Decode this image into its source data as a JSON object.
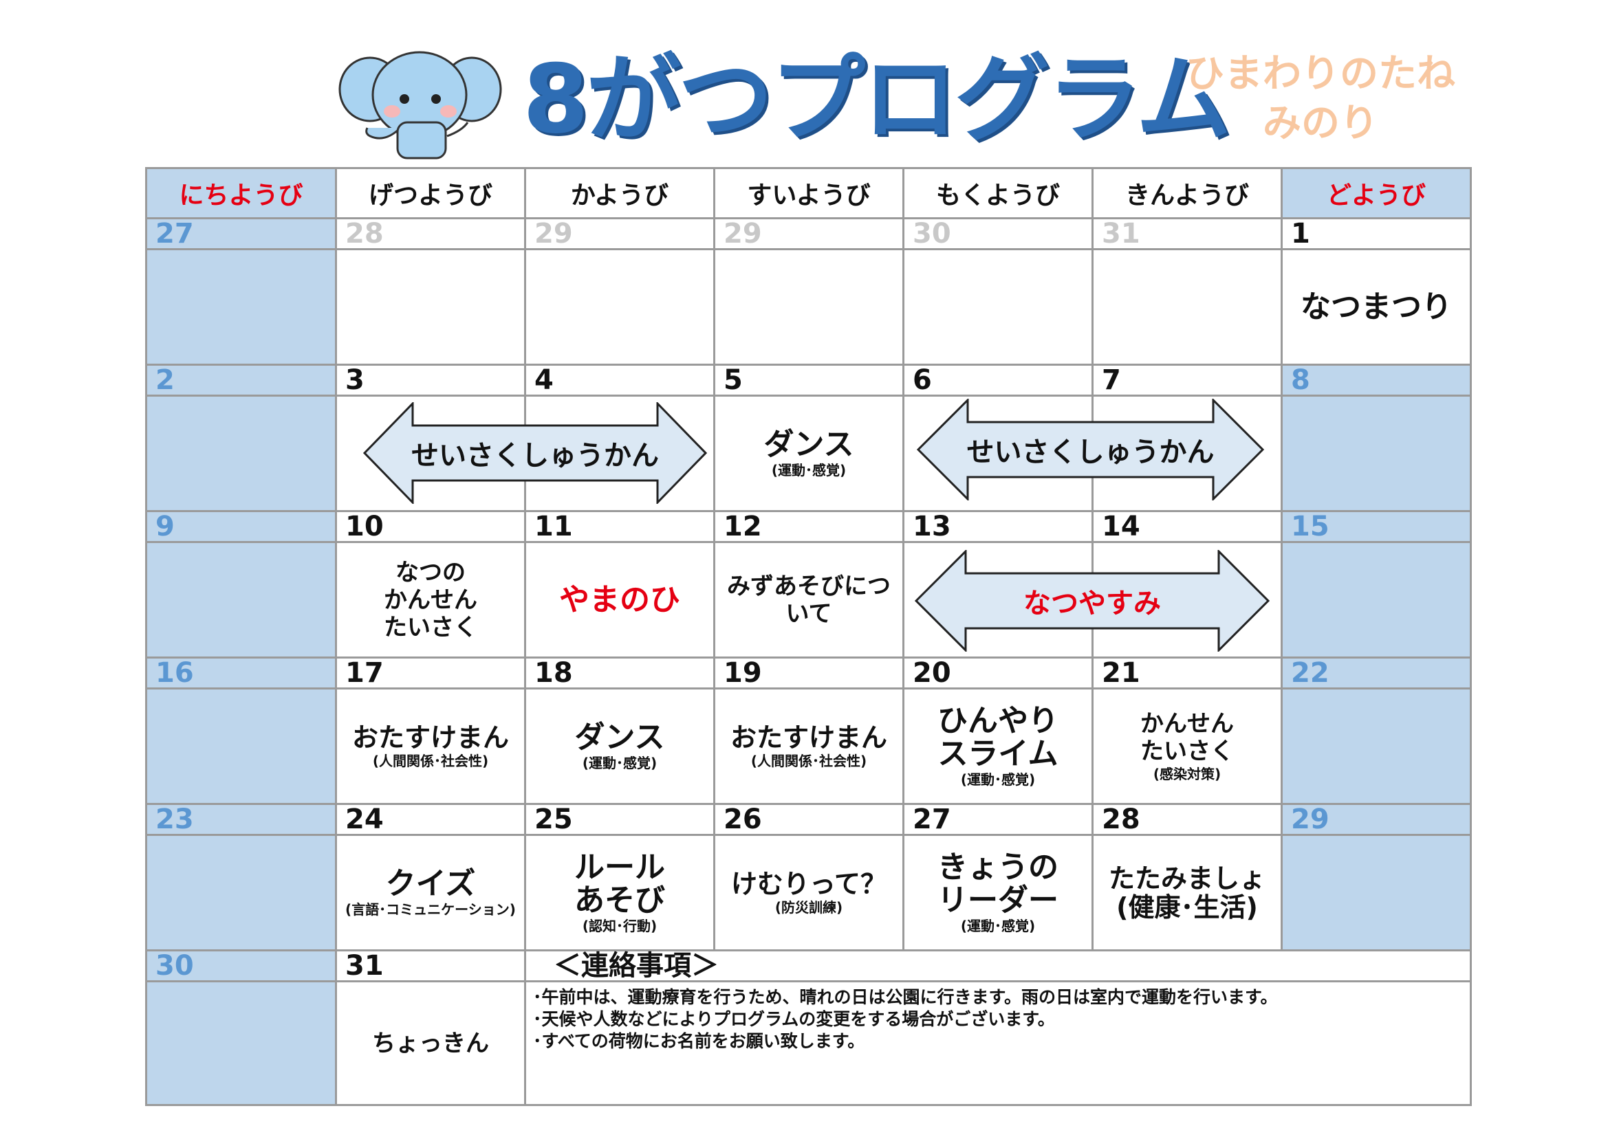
{
  "header": {
    "title": "8がつプログラム",
    "org_line1": "ひまわりのたね",
    "org_line2": "みのり"
  },
  "weekdays": [
    "にちようび",
    "げつようび",
    "かようび",
    "すいようび",
    "もくようび",
    "きんようび",
    "どようび"
  ],
  "weeks": [
    {
      "days": [
        "27",
        "28",
        "29",
        "29",
        "30",
        "31",
        "1"
      ],
      "events": {
        "sat": "なつまつり"
      }
    },
    {
      "days": [
        "2",
        "3",
        "4",
        "5",
        "6",
        "7",
        "8"
      ],
      "events": {
        "arrow_mon_tue": "せいさくしゅうかん",
        "wed": "ダンス",
        "wed_sub": "(運動･感覚)",
        "arrow_thu_fri": "せいさくしゅうかん"
      }
    },
    {
      "days": [
        "9",
        "10",
        "11",
        "12",
        "13",
        "14",
        "15"
      ],
      "events": {
        "mon_l1": "なつの",
        "mon_l2": "かんせん",
        "mon_l3": "たいさく",
        "tue": "やまのひ",
        "wed_l1": "みずあそびにつ",
        "wed_l2": "いて",
        "arrow_thu_fri": "なつやすみ"
      }
    },
    {
      "days": [
        "16",
        "17",
        "18",
        "19",
        "20",
        "21",
        "22"
      ],
      "events": {
        "mon": "おたすけまん",
        "mon_sub": "(人間関係･社会性)",
        "tue": "ダンス",
        "tue_sub": "(運動･感覚)",
        "wed": "おたすけまん",
        "wed_sub": "(人間関係･社会性)",
        "thu_l1": "ひんやり",
        "thu_l2": "スライム",
        "thu_sub": "(運動･感覚)",
        "fri_l1": "かんせん",
        "fri_l2": "たいさく",
        "fri_sub": "(感染対策)"
      }
    },
    {
      "days": [
        "23",
        "24",
        "25",
        "26",
        "27",
        "28",
        "29"
      ],
      "events": {
        "mon": "クイズ",
        "mon_sub": "(言語･コミュニケーション)",
        "tue_l1": "ルール",
        "tue_l2": "あそび",
        "tue_sub": "(認知･行動)",
        "wed": "けむりって？",
        "wed_sub": "(防災訓練)",
        "thu_l1": "きょうの",
        "thu_l2": "リーダー",
        "thu_sub": "(運動･感覚)",
        "fri_l1": "たたみましょ",
        "fri_l2": "(健康･生活)"
      }
    },
    {
      "days": [
        "30",
        "31"
      ],
      "events": {
        "mon": "ちょっきん"
      }
    }
  ],
  "notes": {
    "heading": "＜連絡事項＞",
    "lines": [
      "･午前中は、運動療育を行うため、晴れの日は公園に行きます。雨の日は室内で運動を行います。",
      "･天候や人数などによりプログラムの変更をする場合がございます。",
      "･すべての荷物にお名前をお願い致します。"
    ]
  },
  "colors": {
    "title": "#2e6db4",
    "org": "#f8c7a0",
    "weekend_bg": "#bed6ec",
    "weekend_header_text": "#e50012",
    "weekend_number": "#5b97d2",
    "holiday_text": "#e50012",
    "arrow_fill": "#dbe8f4"
  },
  "icons": {
    "mascot": "elephant-icon"
  }
}
